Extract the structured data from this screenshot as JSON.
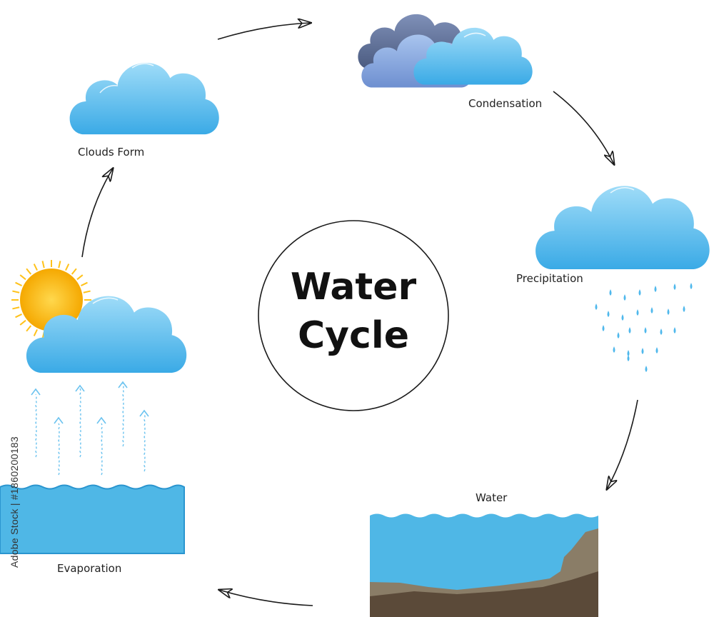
{
  "title": {
    "line1": "Water",
    "line2": "Cycle"
  },
  "stages": {
    "clouds_form": "Clouds Form",
    "condensation": "Condensation",
    "precipitation": "Precipitation",
    "water": "Water",
    "evaporation": "Evaporation"
  },
  "credit": "Adobe Stock | #1860200183",
  "colors": {
    "cloud_light": "#8fd3f4",
    "cloud_main": "#4fb8ec",
    "storm_cloud": "#5e6f93",
    "sun": "#ffc21a",
    "water": "#4fb7e6",
    "rock": "#8a7d67",
    "soil": "#5b4a39",
    "arrow": "#1a1a1a"
  }
}
